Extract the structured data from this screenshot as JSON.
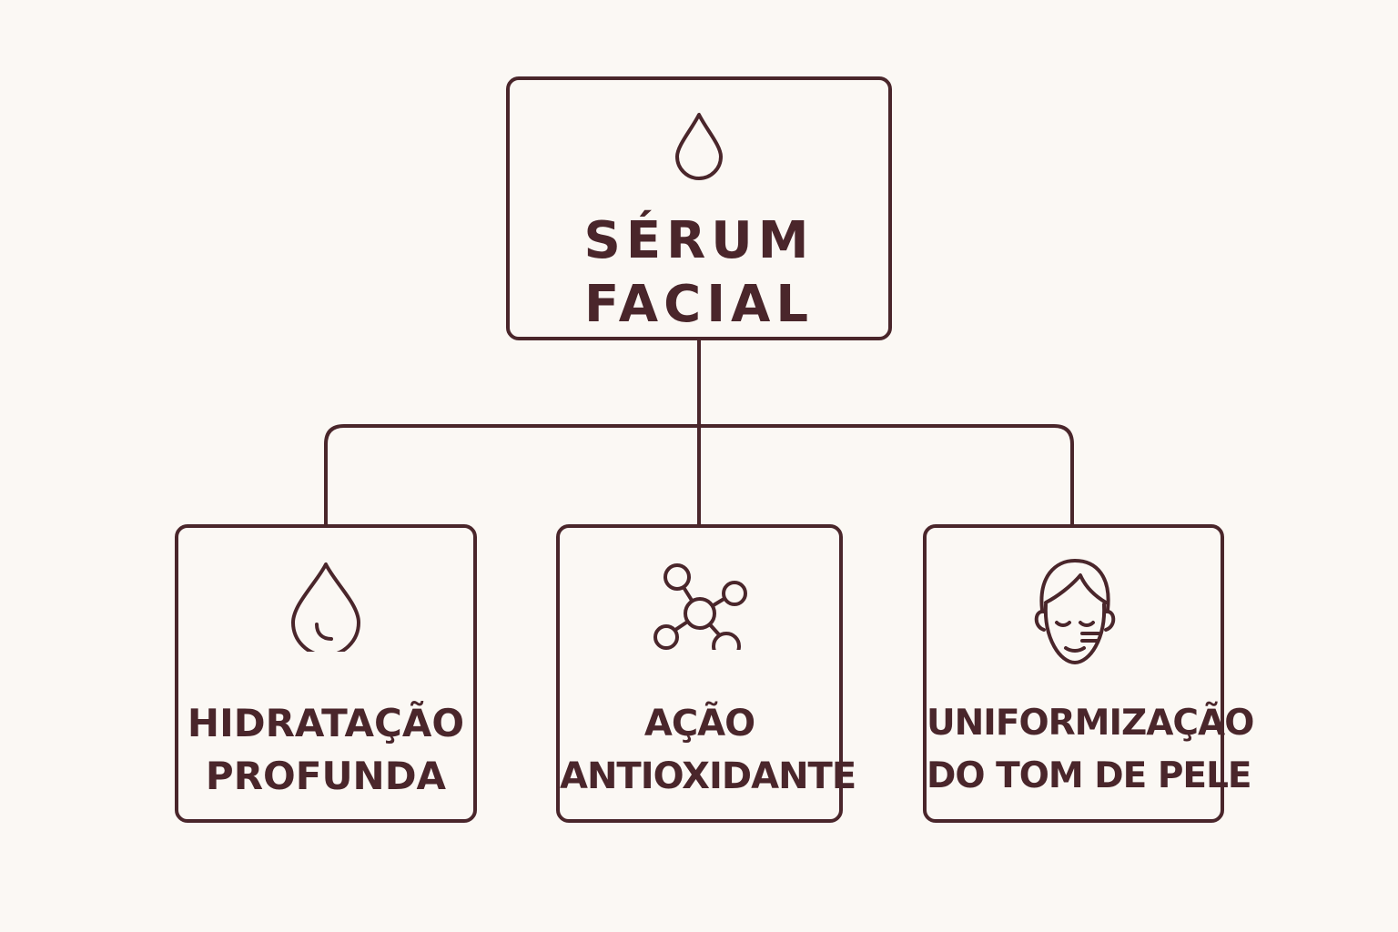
{
  "root": {
    "icon": "droplet-icon",
    "label_line1": "SÉRUM",
    "label_line2": "FACIAL"
  },
  "children": [
    {
      "icon": "droplet-icon",
      "label_line1": "HIDRATAÇÃO",
      "label_line2": "PROFUNDA"
    },
    {
      "icon": "molecule-icon",
      "label_line1": "AÇÃO",
      "label_line2": "ANTIOXIDANTE"
    },
    {
      "icon": "face-icon",
      "label_line1": "UNIFORMIZAÇÃO",
      "label_line2": "DO TOM DE PELE"
    }
  ],
  "colors": {
    "background": "#fbf8f4",
    "stroke": "#4a262b"
  }
}
